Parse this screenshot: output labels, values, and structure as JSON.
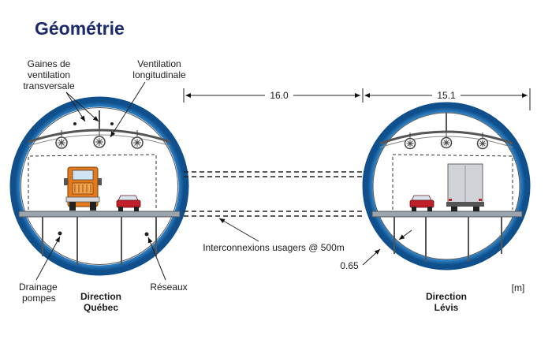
{
  "title": "Géométrie",
  "labels": {
    "gaines_line1": "Gaines de",
    "gaines_line2": "ventilation",
    "gaines_line3": "transversale",
    "ventilation_line1": "Ventilation",
    "ventilation_line2": "longitudinale",
    "interconnexions": "Interconnexions usagers @ 500m",
    "drainage_line1": "Drainage",
    "drainage_line2": "pompes",
    "reseaux": "Réseaux",
    "dir_quebec_line1": "Direction",
    "dir_quebec_line2": "Québec",
    "dir_levis_line1": "Direction",
    "dir_levis_line2": "Lévis",
    "unit": "[m]"
  },
  "dimensions": {
    "spacing": "16.0",
    "diameter": "15.1",
    "wall_thickness": "0.65"
  },
  "colors": {
    "ring_outer": "#1565a8",
    "ring_inner": "#2c86cf",
    "ring_highlight": "#6fb3e8",
    "title": "#1c2a6e",
    "truck": "#e57a1c",
    "car": "#c0202a",
    "van": "#cfd3d8",
    "deck": "#9aa4ae"
  }
}
